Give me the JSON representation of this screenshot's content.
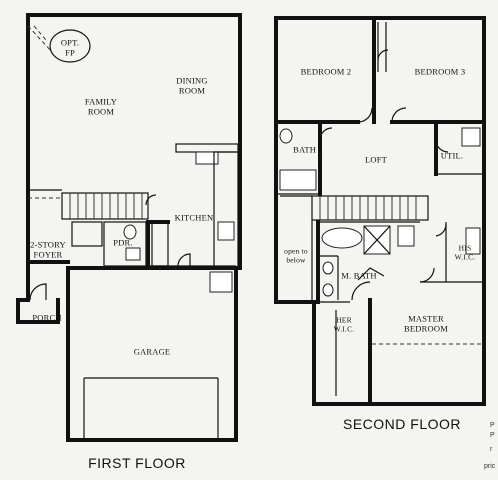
{
  "first_floor": {
    "title": "FIRST FLOOR",
    "rooms": {
      "fireplace": "OPT.\nFP",
      "family_room": "FAMILY\nROOM",
      "dining_room": "DINING\nROOM",
      "kitchen": "KITCHEN",
      "foyer": "2-STORY\nFOYER",
      "powder": "PDR.",
      "porch": "PORCH",
      "garage": "GARAGE"
    }
  },
  "second_floor": {
    "title": "SECOND FLOOR",
    "rooms": {
      "bedroom2": "BEDROOM 2",
      "bedroom3": "BEDROOM 3",
      "bath2": "BATH 2",
      "loft": "LOFT",
      "util": "UTIL.",
      "open_below": "open to\nbelow",
      "m_bath": "M. BATH",
      "his_wic": "HIS\nW.I.C.",
      "her_wic": "HER\nW.I.C.",
      "master_bedroom": "MASTER\nBEDROOM"
    }
  },
  "edge_notes": [
    "P",
    "P",
    "r",
    "pric"
  ]
}
